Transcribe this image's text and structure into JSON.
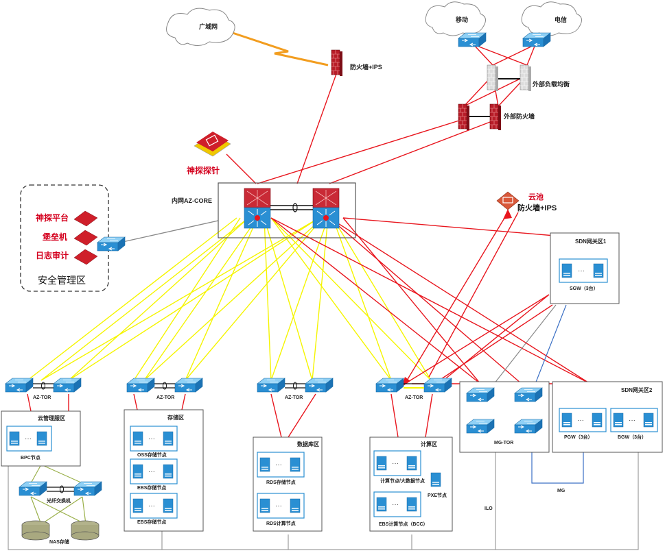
{
  "clouds": {
    "wan": "广域网",
    "mobile": "移动",
    "telecom": "电信"
  },
  "firewalls": {
    "wan_fw": "防火墙+IPS",
    "outer_lb": "外部负载均衡",
    "outer_fw": "外部防火墙",
    "cloud_pool": "云池",
    "cloud_fw": "防火墙+IPS"
  },
  "probe": "神探探针",
  "core": "内网AZ-CORE",
  "security_zone": {
    "title": "安全管理区",
    "items": [
      "神探平台",
      "堡垒机",
      "日志审计"
    ]
  },
  "tor_label": "AZ-TOR",
  "zones": {
    "cloud_mgmt": {
      "title": "云管理服区",
      "node": "BPC节点",
      "switch": "光纤交换机",
      "storage": "NAS存储"
    },
    "storage": {
      "title": "存储区",
      "nodes": [
        "OSS存储节点",
        "EBS存储节点",
        "EBS存储节点"
      ]
    },
    "database": {
      "title": "数据库区",
      "nodes": [
        "RDS存储节点",
        "RDS计算节点"
      ]
    },
    "compute": {
      "title": "计算区",
      "nodes": [
        "计算节点/大数据节点",
        "EBS计算节点（BCC）"
      ],
      "extra": "PXE节点"
    },
    "gw1": {
      "title": "SDN网关区1",
      "node": "SGW（3台）"
    },
    "gw2": {
      "title": "SDN网关区2",
      "nodes": [
        "PGW（3台）",
        "BGW（3台）"
      ]
    },
    "tor_zone": {
      "label": "MG-TOR"
    }
  },
  "links": {
    "mg": "MG",
    "ilo": "ILO"
  },
  "colors": {
    "red_link": "#e8161e",
    "yellow_link": "#f5f500",
    "blue_link": "#3a6fc4",
    "gray_link": "#888888",
    "switch_blue": "#2a8fd3",
    "firewall_red": "#b81c28"
  }
}
